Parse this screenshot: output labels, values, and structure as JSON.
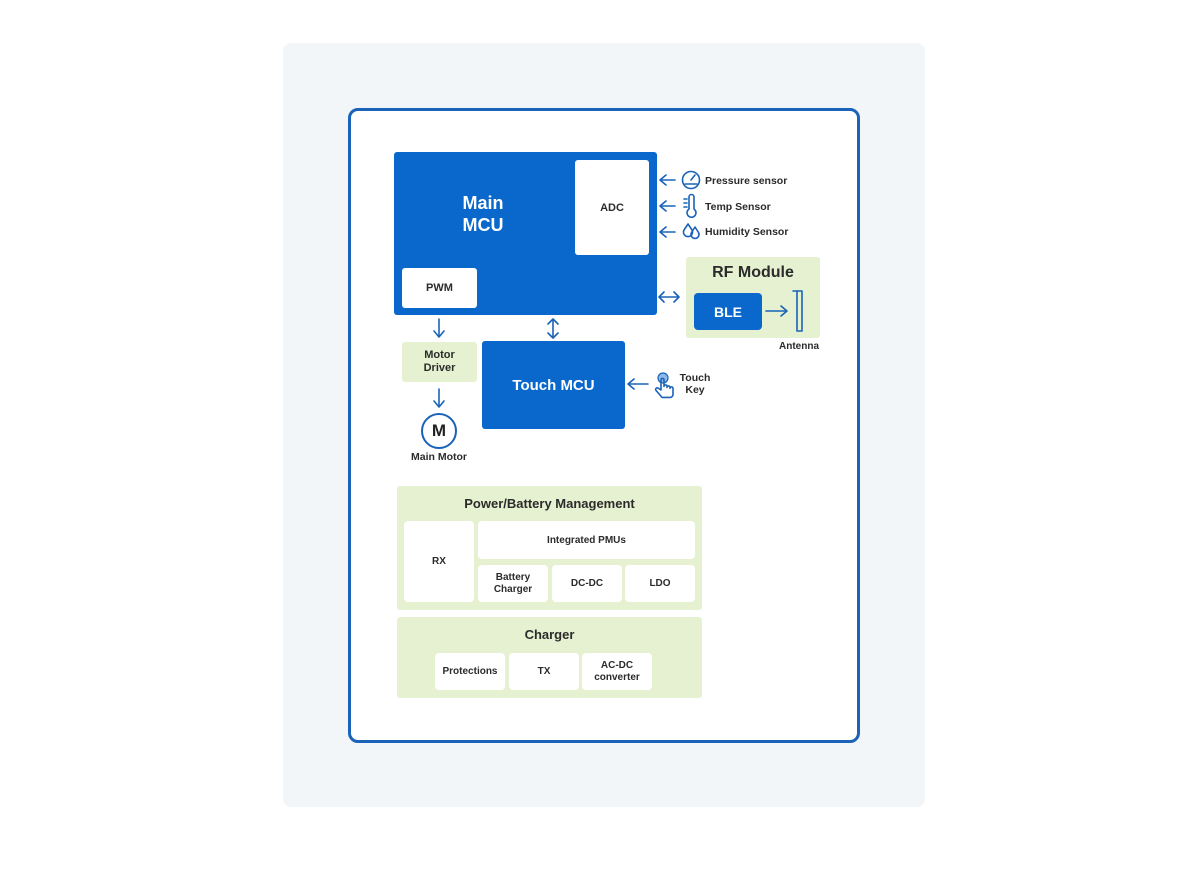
{
  "colors": {
    "accent": "#0a67cc",
    "frame_border": "#1a63b8",
    "module_green": "#e5f1d0",
    "outer_panel": "#f3f6f9"
  },
  "main_mcu": {
    "label": "Main\nMCU",
    "adc": "ADC",
    "pwm": "PWM"
  },
  "sensors": {
    "pressure": {
      "label": "Pressure sensor",
      "icon": "gauge-icon"
    },
    "temp": {
      "label": "Temp Sensor",
      "icon": "thermometer-icon"
    },
    "humidity": {
      "label": "Humidity Sensor",
      "icon": "droplets-icon"
    }
  },
  "rf_module": {
    "title": "RF Module",
    "ble": "BLE",
    "antenna": "Antenna"
  },
  "touch": {
    "mcu": "Touch MCU",
    "key": "Touch\nKey"
  },
  "motor": {
    "driver": "Motor\nDriver",
    "symbol": "M",
    "label": "Main Motor"
  },
  "power": {
    "title": "Power/Battery Management",
    "rx": "RX",
    "pmu": "Integrated PMUs",
    "battery_charger": "Battery\nCharger",
    "dcdc": "DC-DC",
    "ldo": "LDO"
  },
  "charger": {
    "title": "Charger",
    "protections": "Protections",
    "tx": "TX",
    "acdc": "AC-DC\nconverter"
  }
}
